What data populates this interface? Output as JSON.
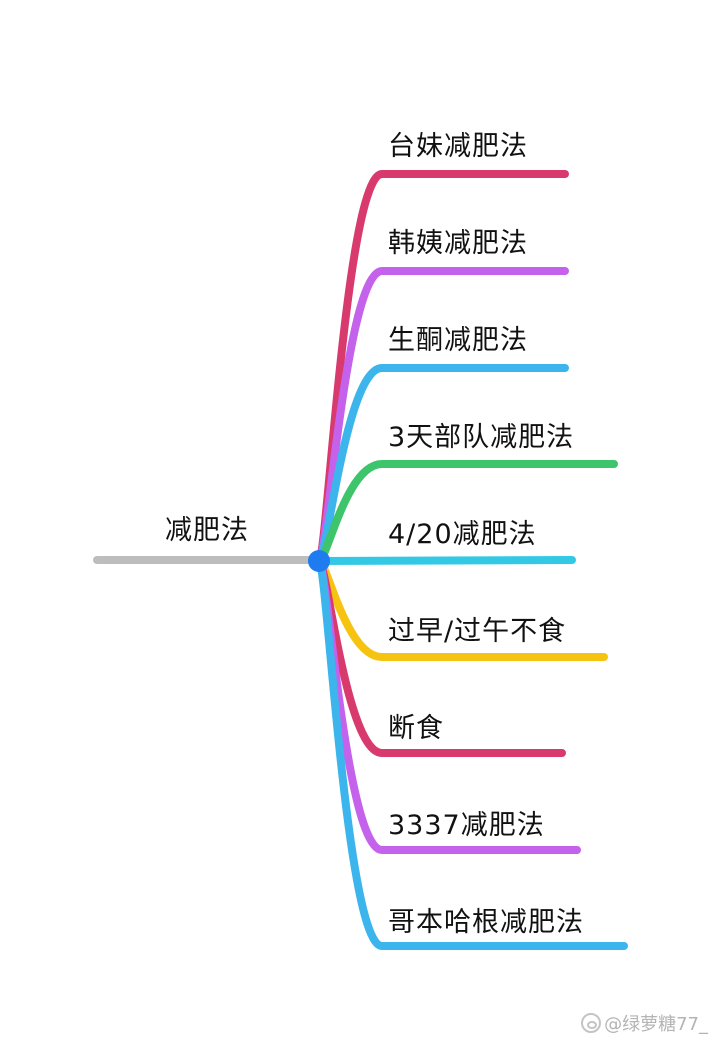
{
  "root": {
    "label": "减肥法"
  },
  "branches": [
    {
      "label": "台妹减肥法",
      "color": "#d93a6e"
    },
    {
      "label": "韩姨减肥法",
      "color": "#c462ec"
    },
    {
      "label": "生酮减肥法",
      "color": "#3cb5ec"
    },
    {
      "label": "3天部队减肥法",
      "color": "#3ec46a"
    },
    {
      "label": "4/20减肥法",
      "color": "#33c8e4"
    },
    {
      "label": "过早/过午不食",
      "color": "#f6c310"
    },
    {
      "label": "断食",
      "color": "#d93a6e"
    },
    {
      "label": "3337减肥法",
      "color": "#c462ec"
    },
    {
      "label": "哥本哈根减肥法",
      "color": "#3cb5ec"
    }
  ],
  "colors": {
    "root_line": "#bdbdbd",
    "hub": "#1e7cf0"
  },
  "watermark": {
    "icon": "weibo-icon",
    "text": "@绿萝糖77_"
  }
}
